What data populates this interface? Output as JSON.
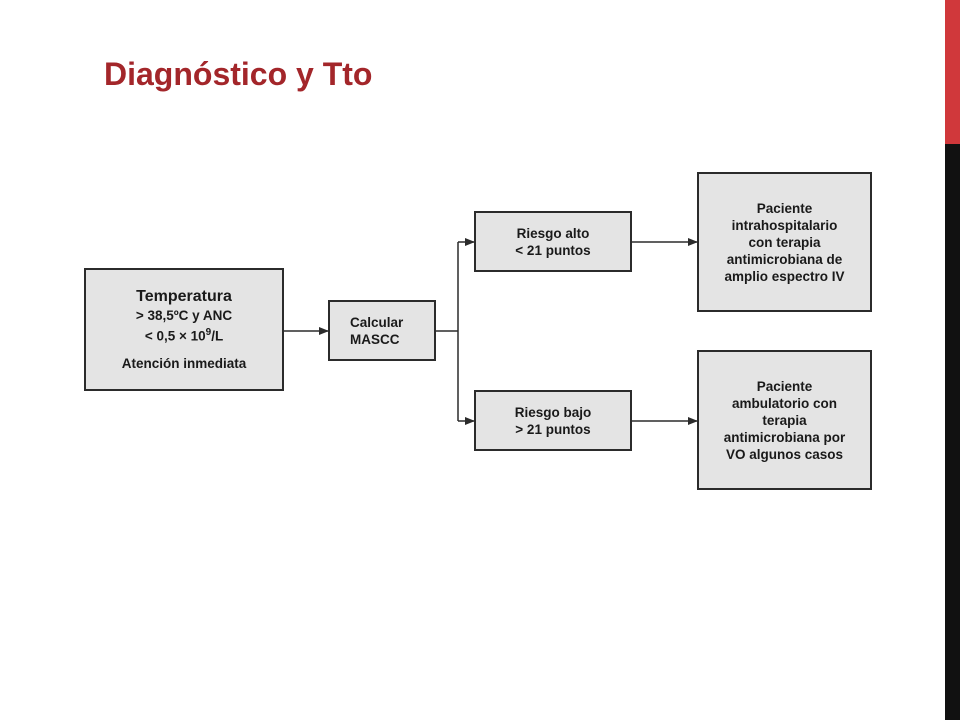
{
  "slide": {
    "title": "Diagnóstico y Tto"
  },
  "colors": {
    "title": "#a3262a",
    "accent_bar_top": "#d0383b",
    "accent_bar_bottom": "#111111",
    "node_fill": "#e4e4e4",
    "node_border": "#2b2b2b"
  },
  "flowchart": {
    "start": {
      "heading": "Temperatura",
      "line1": "> 38,5ºC y ANC",
      "line2_prefix": "< 0,5 × 10",
      "line2_exp": "9",
      "line2_suffix": "/L",
      "footer": "Atención inmediata"
    },
    "calc": {
      "line1": "Calcular",
      "line2": "MASCC"
    },
    "risk_high": {
      "line1": "Riesgo alto",
      "line2": "< 21 puntos"
    },
    "risk_low": {
      "line1": "Riesgo bajo",
      "line2": "> 21 puntos"
    },
    "outcome_high": {
      "lines": [
        "Paciente",
        "intrahospitalario",
        "con terapia",
        "antimicrobiana de",
        "amplio espectro IV"
      ]
    },
    "outcome_low": {
      "lines": [
        "Paciente",
        "ambulatorio con",
        "terapia",
        "antimicrobiana por",
        "VO algunos casos"
      ]
    }
  }
}
